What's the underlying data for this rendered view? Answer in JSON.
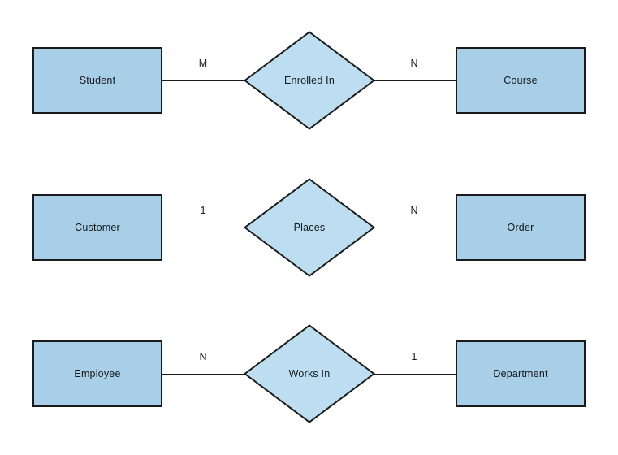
{
  "diagram": {
    "type": "entity-relationship-diagram",
    "background_color": "#ffffff",
    "entity_fill": "#a9cfe8",
    "relationship_fill": "#bdddf0",
    "stroke_color": "#1a1a1a",
    "text_color": "#15191c",
    "rows": [
      {
        "left_entity": "Student",
        "left_cardinality": "M",
        "relationship": "Enrolled In",
        "right_cardinality": "N",
        "right_entity": "Course"
      },
      {
        "left_entity": "Customer",
        "left_cardinality": "1",
        "relationship": "Places",
        "right_cardinality": "N",
        "right_entity": "Order"
      },
      {
        "left_entity": "Employee",
        "left_cardinality": "N",
        "relationship": "Works In",
        "right_cardinality": "1",
        "right_entity": "Department"
      }
    ]
  }
}
